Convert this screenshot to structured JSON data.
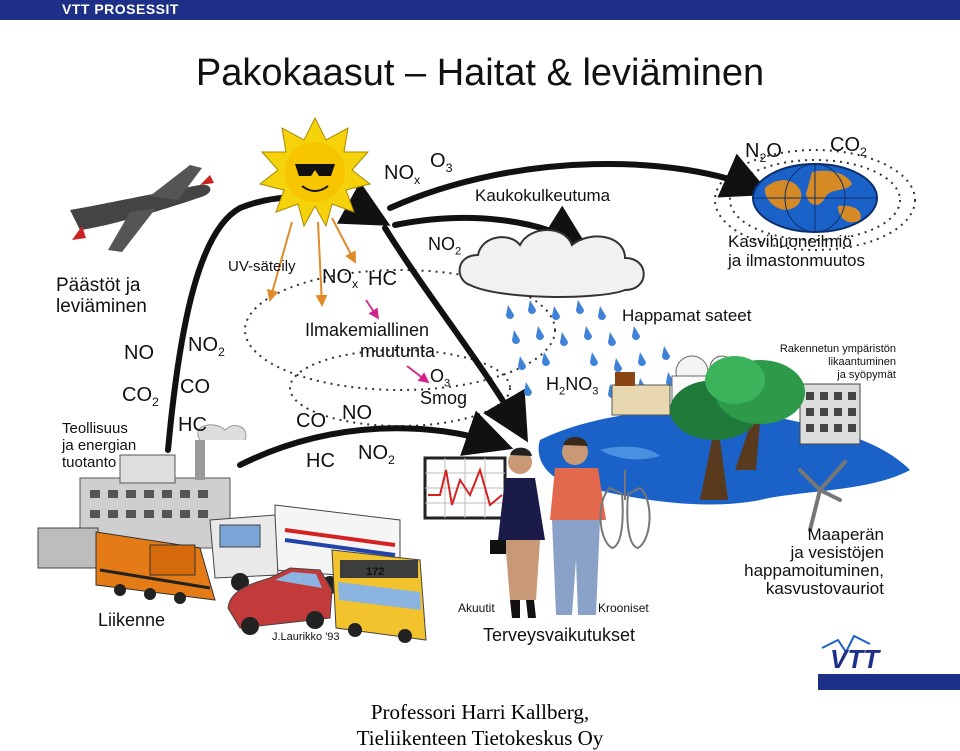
{
  "header": {
    "label": "VTT PROSESSIT"
  },
  "title": "Pakokaasut – Haitat & leviäminen",
  "labels": {
    "emissions_line1": "Päästöt ja",
    "emissions_line2": "leviäminen",
    "uv": "UV-säteily",
    "long_range": "Kaukokulkeutuma",
    "greenhouse_line1": "Kasvihuoneilmiö",
    "greenhouse_line2": "ja ilmastonmuutos",
    "chem_line1": "Ilmakemiallinen",
    "chem_line2": "muutunta",
    "acid_rain": "Happamat sateet",
    "built_line1": "Rakennetun ympäristön",
    "built_line2": "likaantuminen",
    "built_line3": "ja syöpymät",
    "industry_line1": "Teollisuus",
    "industry_line2": "ja energian",
    "industry_line3": "tuotanto",
    "smog": "Smog",
    "soil_line1": "Maaperän",
    "soil_line2": "ja vesistöjen",
    "soil_line3": "happamoituminen,",
    "soil_line4": "kasvustovauriot",
    "traffic": "Liikenne",
    "acute": "Akuutit",
    "chronic": "Krooniset",
    "health": "Terveysvaikutukset",
    "artist": "J.Laurikko '93",
    "bus_sign": "172",
    "vtt_logo": "VTT"
  },
  "chemicals": {
    "no_left": "NO",
    "co2_left": "CO",
    "co2_left_sub": "2",
    "no2_mid": "NO",
    "no2_mid_sub": "2",
    "co_mid": "CO",
    "hc_mid": "HC",
    "nox_top": "NO",
    "nox_top_sub": "x",
    "o3_top": "O",
    "o3_top_sub": "3",
    "no2_cloud": "NO",
    "no2_cloud_sub": "2",
    "nox_uv": "NO",
    "nox_uv_sub": "x",
    "hc_uv": "HC",
    "o3_smog": "O",
    "o3_smog_sub": "3",
    "n2o": "N",
    "n2o_sub": "2",
    "n2o_tail": "O",
    "co2_globe": "CO",
    "co2_globe_sub": "2",
    "h2no3_h": "H",
    "h2no3_sub1": "2",
    "h2no3_mid": "NO",
    "h2no3_sub2": "3",
    "co_low": "CO",
    "no_low": "NO",
    "hc_low": "HC",
    "no2_low": "NO",
    "no2_low_sub": "2"
  },
  "footer": {
    "line1": "Professori Harri Kallberg,",
    "line2": "Tieliikenteen Tietokeskus Oy"
  },
  "colors": {
    "brand_blue": "#1d2f86",
    "sun": "#f5d20a",
    "ocean": "#1b62c8",
    "rain": "#3f83d8"
  }
}
